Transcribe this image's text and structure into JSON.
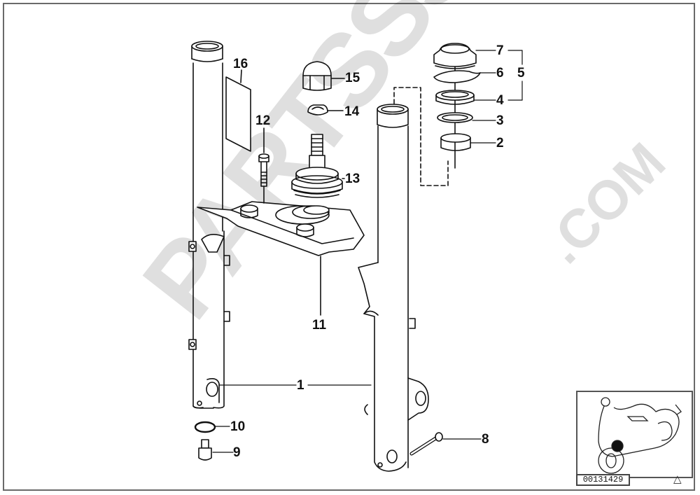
{
  "diagram": {
    "type": "exploded parts diagram",
    "subject": "front fork assembly",
    "diagram_code": "00131429",
    "watermark": "PARTSSS.COM",
    "watermark_main": "PARTSSS",
    "watermark_suffix": ".COM",
    "corner_symbol": "△",
    "callouts": [
      {
        "id": "1",
        "label": "1"
      },
      {
        "id": "2",
        "label": "2"
      },
      {
        "id": "3",
        "label": "3"
      },
      {
        "id": "4",
        "label": "4"
      },
      {
        "id": "5",
        "label": "5"
      },
      {
        "id": "6",
        "label": "6"
      },
      {
        "id": "7",
        "label": "7"
      },
      {
        "id": "8",
        "label": "8"
      },
      {
        "id": "9",
        "label": "9"
      },
      {
        "id": "10",
        "label": "10"
      },
      {
        "id": "11",
        "label": "11"
      },
      {
        "id": "12",
        "label": "12"
      },
      {
        "id": "13",
        "label": "13"
      },
      {
        "id": "14",
        "label": "14"
      },
      {
        "id": "15",
        "label": "15"
      },
      {
        "id": "16",
        "label": "16"
      }
    ],
    "inset": {
      "description": "motorcycle location thumbnail with highlighted front fork area"
    }
  }
}
